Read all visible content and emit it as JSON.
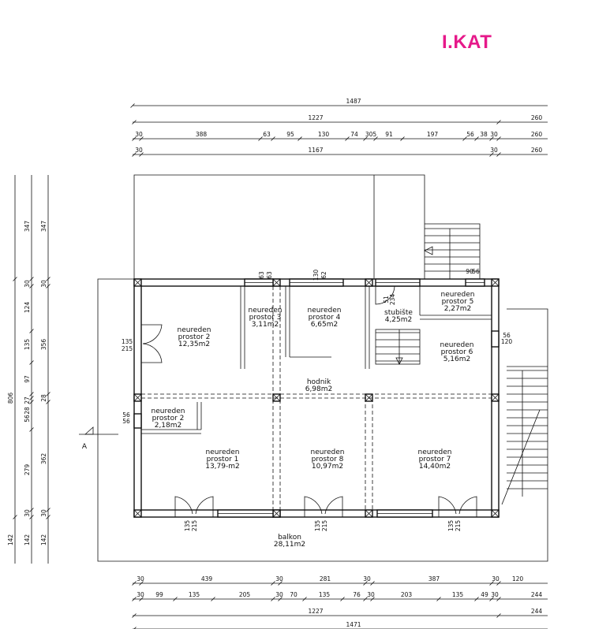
{
  "title": "I.KAT",
  "dims_top": {
    "r1": [
      "1487"
    ],
    "r2": [
      "1227",
      "260"
    ],
    "r3": [
      "30",
      "388",
      "63",
      "95",
      "130",
      "74",
      "305",
      "91",
      "197",
      "56",
      "38",
      "30",
      "260"
    ],
    "r4": [
      "30",
      "1167",
      "30",
      "260"
    ]
  },
  "dims_bottom": {
    "r1": [
      "30",
      "439",
      "30",
      "281",
      "30",
      "387",
      "30",
      "120"
    ],
    "r2": [
      "30",
      "99",
      "135",
      "205",
      "30",
      "70",
      "135",
      "76",
      "30",
      "203",
      "135",
      "49",
      "30",
      "244"
    ],
    "r3": [
      "1227",
      "244"
    ],
    "r4": [
      "1471"
    ]
  },
  "dims_left": {
    "c1": [
      "806",
      "142"
    ],
    "c2": [
      "347",
      "30",
      "124",
      "135",
      "97",
      "27",
      "28",
      "56",
      "279",
      "30",
      "142"
    ],
    "c3": [
      "347",
      "30",
      "356",
      "28",
      "362",
      "30",
      "142"
    ]
  },
  "openings": [
    "135",
    "215",
    "56",
    "56",
    "63",
    "63",
    "130",
    "62",
    "51",
    "234",
    "90",
    "56",
    "56",
    "120",
    "135",
    "215",
    "135",
    "215",
    "135",
    "215"
  ],
  "rooms": [
    {
      "name": "neureden\nprostor 2",
      "area": "12,35m2"
    },
    {
      "name": "neureden\nprostor 3",
      "area": "3,11m2"
    },
    {
      "name": "neureden\nprostor 4",
      "area": "6,65m2"
    },
    {
      "name": "stubište",
      "area": "4,25m2"
    },
    {
      "name": "neureden\nprostor 5",
      "area": "2,27m2"
    },
    {
      "name": "neureden\nprostor 6",
      "area": "5,16m2"
    },
    {
      "name": "hodnik",
      "area": "6,98m2"
    },
    {
      "name": "neureden\nprostor 2",
      "area": "2,18m2"
    },
    {
      "name": "neureden\nprostor 1",
      "area": "13,79-m2"
    },
    {
      "name": "neureden\nprostor 8",
      "area": "10,97m2"
    },
    {
      "name": "neureden\nprostor 7",
      "area": "14,40m2"
    },
    {
      "name": "balkon",
      "area": "28,11m2"
    }
  ],
  "section_marker": "A"
}
